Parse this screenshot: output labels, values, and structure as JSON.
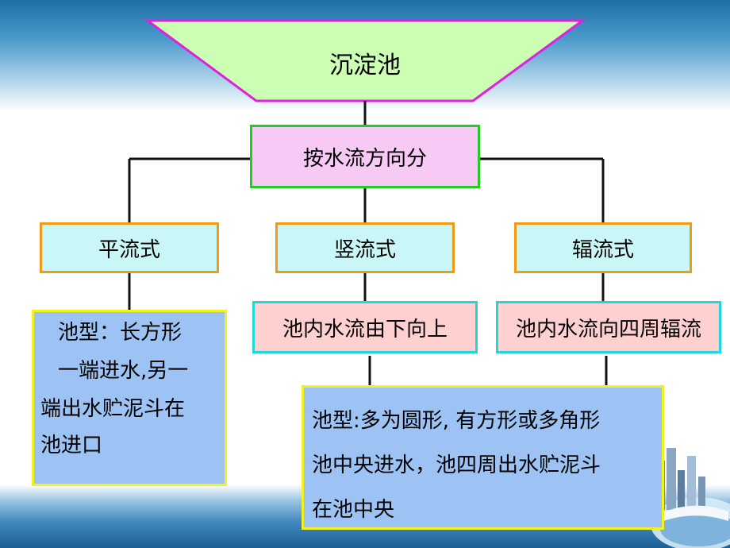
{
  "diagram": {
    "root": "沉淀池",
    "classification": "按水流方向分",
    "types": [
      {
        "label": "平流式"
      },
      {
        "label": "竖流式"
      },
      {
        "label": "辐流式"
      }
    ],
    "horizontal_desc": [
      "池型：长方形",
      "一端进水,另一",
      "端出水贮泥斗在",
      "池进口"
    ],
    "vertical_flow": "池内水流由下向上",
    "radial_flow": "池内水流向四周辐流",
    "radial_desc": [
      "池型:多为圆形, 有方形或多角形",
      "池中央进水，池四周出水贮泥斗",
      "在池中央"
    ]
  },
  "colors": {
    "trapezoid_fill": "#ccffb3",
    "trapezoid_border": "#e020e0",
    "connector": "#111111"
  }
}
